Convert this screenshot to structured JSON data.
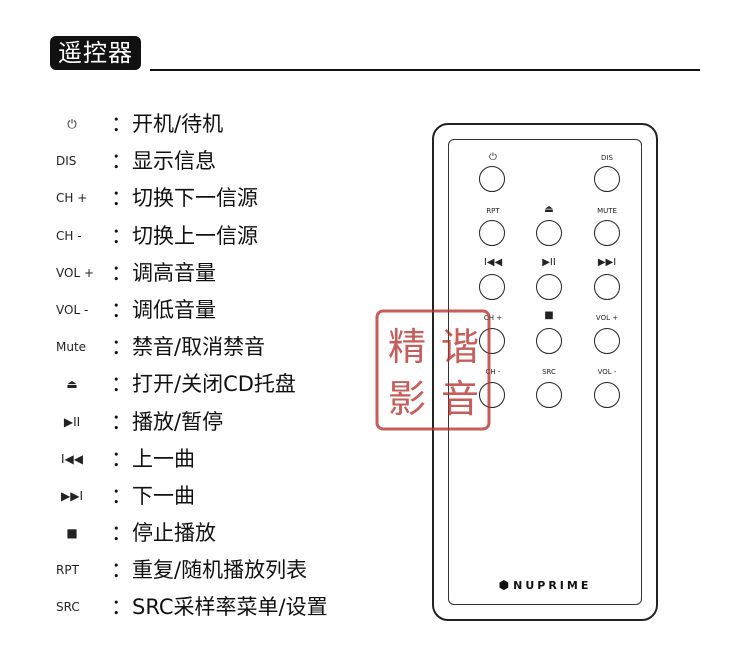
{
  "title": "遥控器",
  "legend": [
    {
      "key": "⏻",
      "desc": "：开机/待机"
    },
    {
      "key": "DIS",
      "desc": "：显示信息"
    },
    {
      "key": "CH +",
      "desc": "：切换下一信源"
    },
    {
      "key": "CH -",
      "desc": "：切换上一信源"
    },
    {
      "key": "VOL +",
      "desc": "：调高音量"
    },
    {
      "key": "VOL -",
      "desc": "：调低音量"
    },
    {
      "key": "Mute",
      "desc": "：禁音/取消禁音"
    },
    {
      "key": "⏏",
      "desc": "：打开/关闭CD托盘"
    },
    {
      "key": "▶II",
      "desc": "：播放/暂停"
    },
    {
      "key": "I◀◀",
      "desc": "：上一曲"
    },
    {
      "key": "▶▶I",
      "desc": "：下一曲"
    },
    {
      "key": "■",
      "desc": "：停止播放"
    },
    {
      "key": "RPT",
      "desc": "：重复/随机播放列表"
    },
    {
      "key": "SRC",
      "desc": "：SRC采样率菜单/设置"
    }
  ],
  "remote": {
    "labels": {
      "power": "⏻",
      "dis": "DIS",
      "rpt": "RPT",
      "eject": "⏏",
      "mute": "MUTE",
      "prev": "I◀◀",
      "play": "▶II",
      "next": "▶▶I",
      "ch_plus": "CH +",
      "stop": "■",
      "vol_plus": "VOL +",
      "ch_minus": "CH -",
      "src": "SRC",
      "vol_minus": "VOL -"
    },
    "brand": "NUPRIME"
  },
  "seal": {
    "chars": [
      "精",
      "影",
      "谐",
      "音"
    ],
    "color": "#b5312c"
  }
}
